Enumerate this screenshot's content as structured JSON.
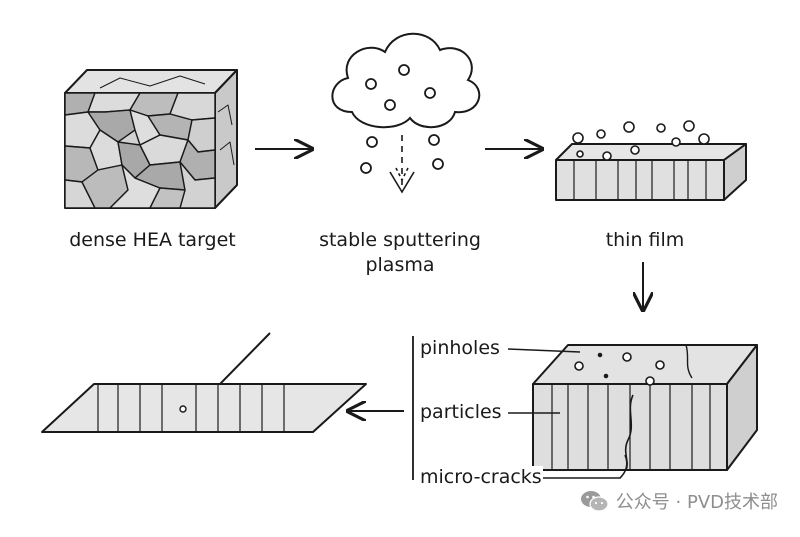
{
  "labels": {
    "target": "dense HEA target",
    "plasma_line1": "stable sputtering",
    "plasma_line2": "plasma",
    "thin_film": "thin film"
  },
  "defects": {
    "pinholes": "pinholes",
    "particles": "particles",
    "micro_cracks": "micro-cracks"
  },
  "watermark": {
    "text": "公众号 · PVD技术部",
    "icon": "wechat-icon"
  },
  "colors": {
    "stroke": "#1a1a1a",
    "fill_light": "#e6e6e6",
    "fill_grain_dark": "#a9a9a9",
    "fill_grain_mid": "#cfcfcf",
    "background": "#ffffff"
  }
}
